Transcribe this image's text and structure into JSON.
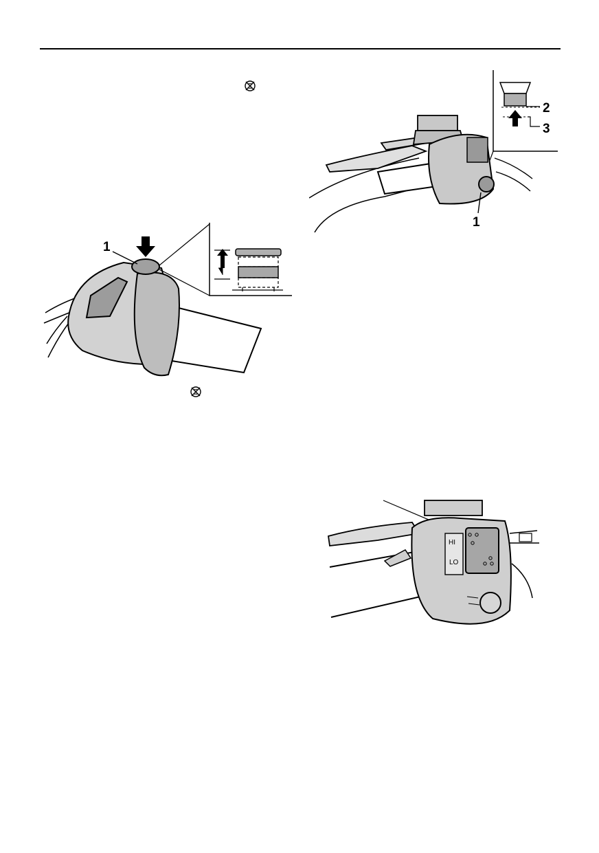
{
  "figures": {
    "engine_stop_switch": {
      "callouts": [
        "1"
      ],
      "symbol_icon": "engine-stop-symbol-icon"
    },
    "start_switch": {
      "callouts": [
        "1",
        "2",
        "3"
      ]
    },
    "headlight_switch": {
      "labels": {
        "hi": "HI",
        "lo": "LO"
      }
    }
  },
  "symbols": [
    "engine-stop-symbol-icon",
    "engine-stop-symbol-icon"
  ]
}
